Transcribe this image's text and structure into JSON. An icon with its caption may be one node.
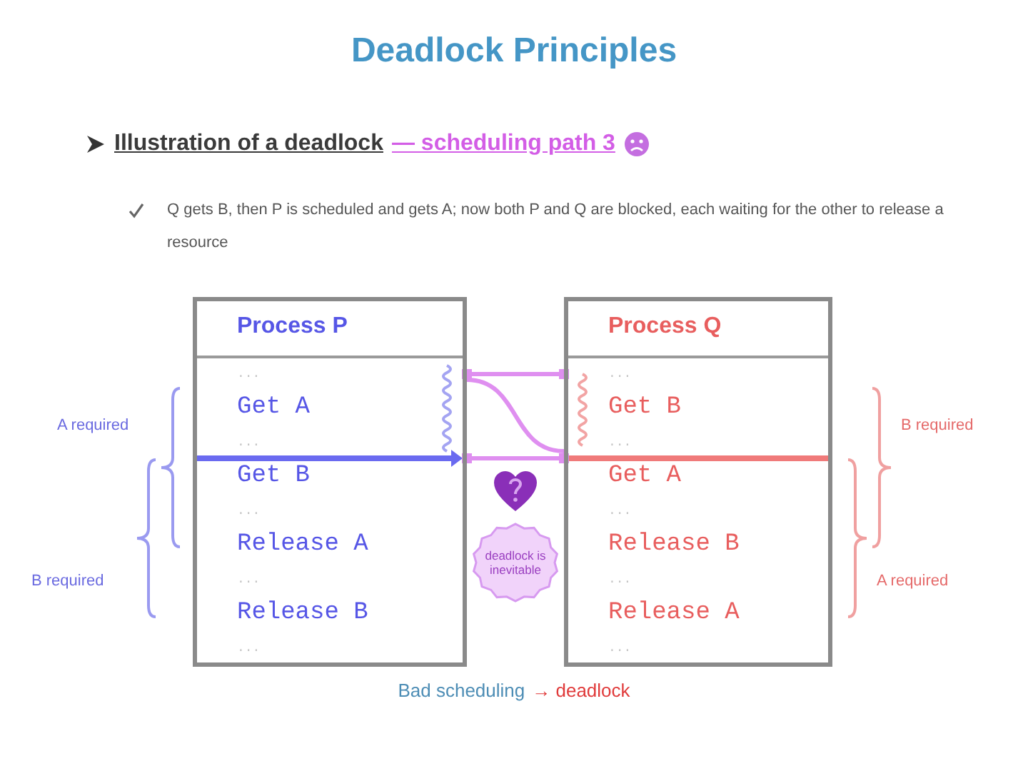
{
  "diagram": {
    "title": "Deadlock Principles",
    "nodes": [
      {
        "text": [
          "Process P",
          "...",
          "Get A",
          "...",
          "Get B",
          "...",
          "Release A",
          "...",
          "Release B",
          "..."
        ]
      },
      {
        "text": [
          "Process Q",
          "...",
          "Get B",
          "...",
          "Get A",
          "...",
          "Release B",
          "...",
          "Release A",
          "..."
        ]
      },
      {
        "text": [
          "deadlock is inevitable"
        ]
      }
    ],
    "edges": [
      {
        "from": 0,
        "to": 1,
        "arrow": "other"
      },
      {
        "from": 0,
        "to": 1,
        "arrow": "none"
      },
      {
        "from": 0,
        "to": 1,
        "arrow": "other"
      }
    ],
    "labels": [
      "Illustration of a deadlock",
      "— scheduling path 3",
      "Q gets B, then P is scheduled and gets A; now both P and Q are blocked, each waiting for the other to release a resource",
      "A required",
      "B required",
      "B required",
      "A required",
      "Bad scheduling",
      "→ deadlock"
    ]
  }
}
